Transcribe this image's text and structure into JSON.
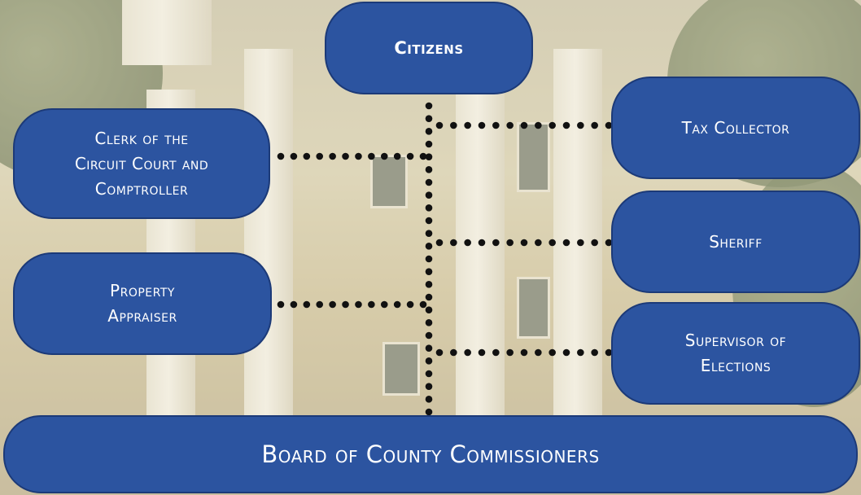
{
  "nodes": {
    "citizens": "Citizens",
    "clerk": [
      "Clerk of the",
      "Circuit Court and",
      "Comptroller"
    ],
    "property": [
      "Property",
      "Appraiser"
    ],
    "tax": "Tax Collector",
    "sheriff": "Sheriff",
    "supervisor": [
      "Supervisor of",
      "Elections"
    ],
    "board": "Board of County Commissioners"
  },
  "colors": {
    "node_fill": "#2c54a0",
    "node_border": "#1c3a78",
    "text": "#ffffff",
    "dots": "#111111"
  }
}
